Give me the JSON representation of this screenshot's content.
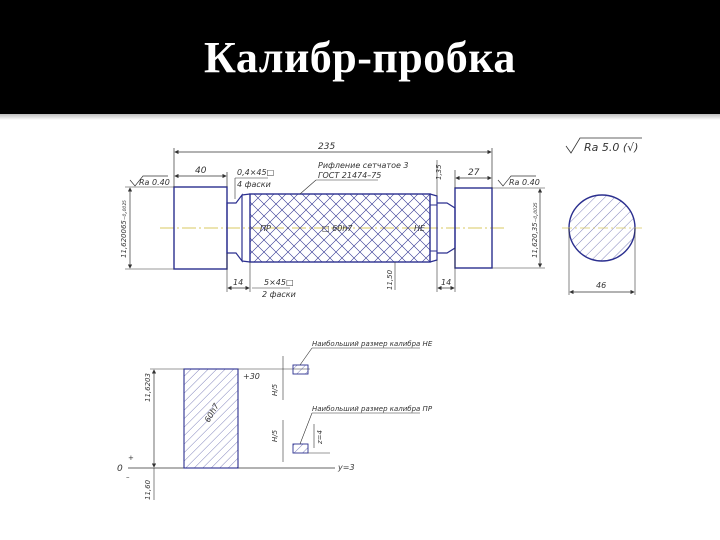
{
  "slide": {
    "title": "Калибр-пробка"
  },
  "colors": {
    "outline": "#2b2f8f",
    "dimension": "#333333",
    "hatch": "#2b2f8f",
    "axis": "#d9c860"
  },
  "front_view": {
    "overall_length": "235",
    "left_length": "40",
    "right_length": "27",
    "chamfer_note": "0,4×45□",
    "chamfer_count": "4 фаски",
    "knurl_note_line1": "Рифление сетчатое 3",
    "knurl_note_line2": "ГОСТ 21474–75",
    "groove_width_left": "14",
    "groove_width_right": "14",
    "groove_chamfer": "5×45□",
    "groove_chamfer_count": "2 фаски",
    "handle_dim": "□ 60h7",
    "side_go": "ПР",
    "side_nogo": "НЕ",
    "left_diameter": "11,620065₋₀,₀₀₂₅",
    "right_diameter": "11,620,35₋₀,₀₀₂₅",
    "right_upper_dim": "1,35",
    "right_lower_dim": "11,50",
    "roughness_left": "Ra 0.40",
    "roughness_right": "Ra 0.40"
  },
  "general_roughness": {
    "label": "Ra 5.0 (√)"
  },
  "section_view": {
    "diameter": "46"
  },
  "tolerance_diagram": {
    "zero_label": "0",
    "upper_dim": "11,6203",
    "lower_dim": "11,60",
    "deviation": "+30",
    "field_label": "60h7",
    "h5_upper": "H/5",
    "h5_lower": "H/5",
    "z_dim": "z=4",
    "y_dim": "y=3",
    "note_nogo": "Наибольший размер калибра НЕ",
    "note_go": "Наибольший размер калибра ПР"
  }
}
